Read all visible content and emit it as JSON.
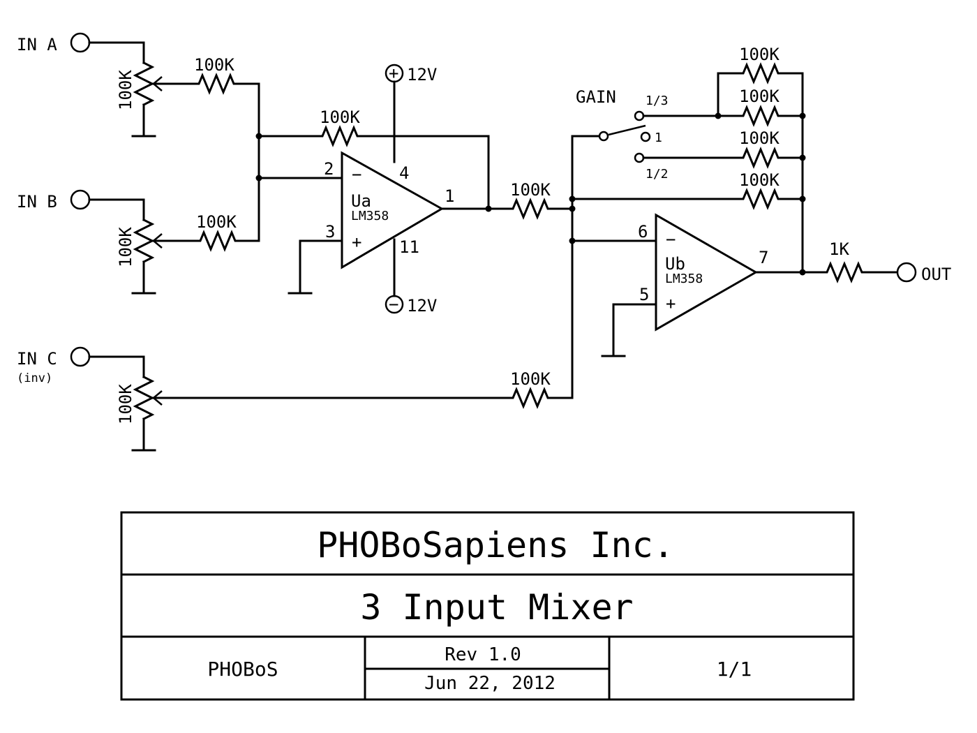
{
  "schematic": {
    "inputs": [
      {
        "label": "IN A",
        "sublabel": ""
      },
      {
        "label": "IN B",
        "sublabel": ""
      },
      {
        "label": "IN C",
        "sublabel": "(inv)"
      }
    ],
    "pots": [
      "100K",
      "100K",
      "100K"
    ],
    "input_resistors": [
      "100K",
      "100K",
      "100K"
    ],
    "ua_feedback_resistor": "100K",
    "ua_out_resistor": "100K",
    "opamp_a": {
      "name": "Ua",
      "part": "LM358",
      "pin_inv": "2",
      "pin_noninv": "3",
      "pin_out": "1",
      "pin_vpos": "4",
      "pin_vneg": "11",
      "minus": "−",
      "plus": "+"
    },
    "opamp_b": {
      "name": "Ub",
      "part": "LM358",
      "pin_inv": "6",
      "pin_noninv": "5",
      "pin_out": "7",
      "minus": "−",
      "plus": "+"
    },
    "supply_pos": {
      "symbol": "+",
      "label": "12V"
    },
    "supply_neg": {
      "symbol": "−",
      "label": "12V"
    },
    "gain_switch": {
      "label": "GAIN",
      "positions": [
        "1/3",
        "1",
        "1/2"
      ]
    },
    "gain_resistors": [
      "100K",
      "100K",
      "100K",
      "100K"
    ],
    "output_resistor": "1K",
    "output": {
      "label": "OUT"
    }
  },
  "title_block": {
    "company": "PHOBoSapiens Inc.",
    "title": "3 Input Mixer",
    "author": "PHOBoS",
    "revision": "Rev 1.0",
    "date": "Jun 22, 2012",
    "sheet": "1/1"
  }
}
